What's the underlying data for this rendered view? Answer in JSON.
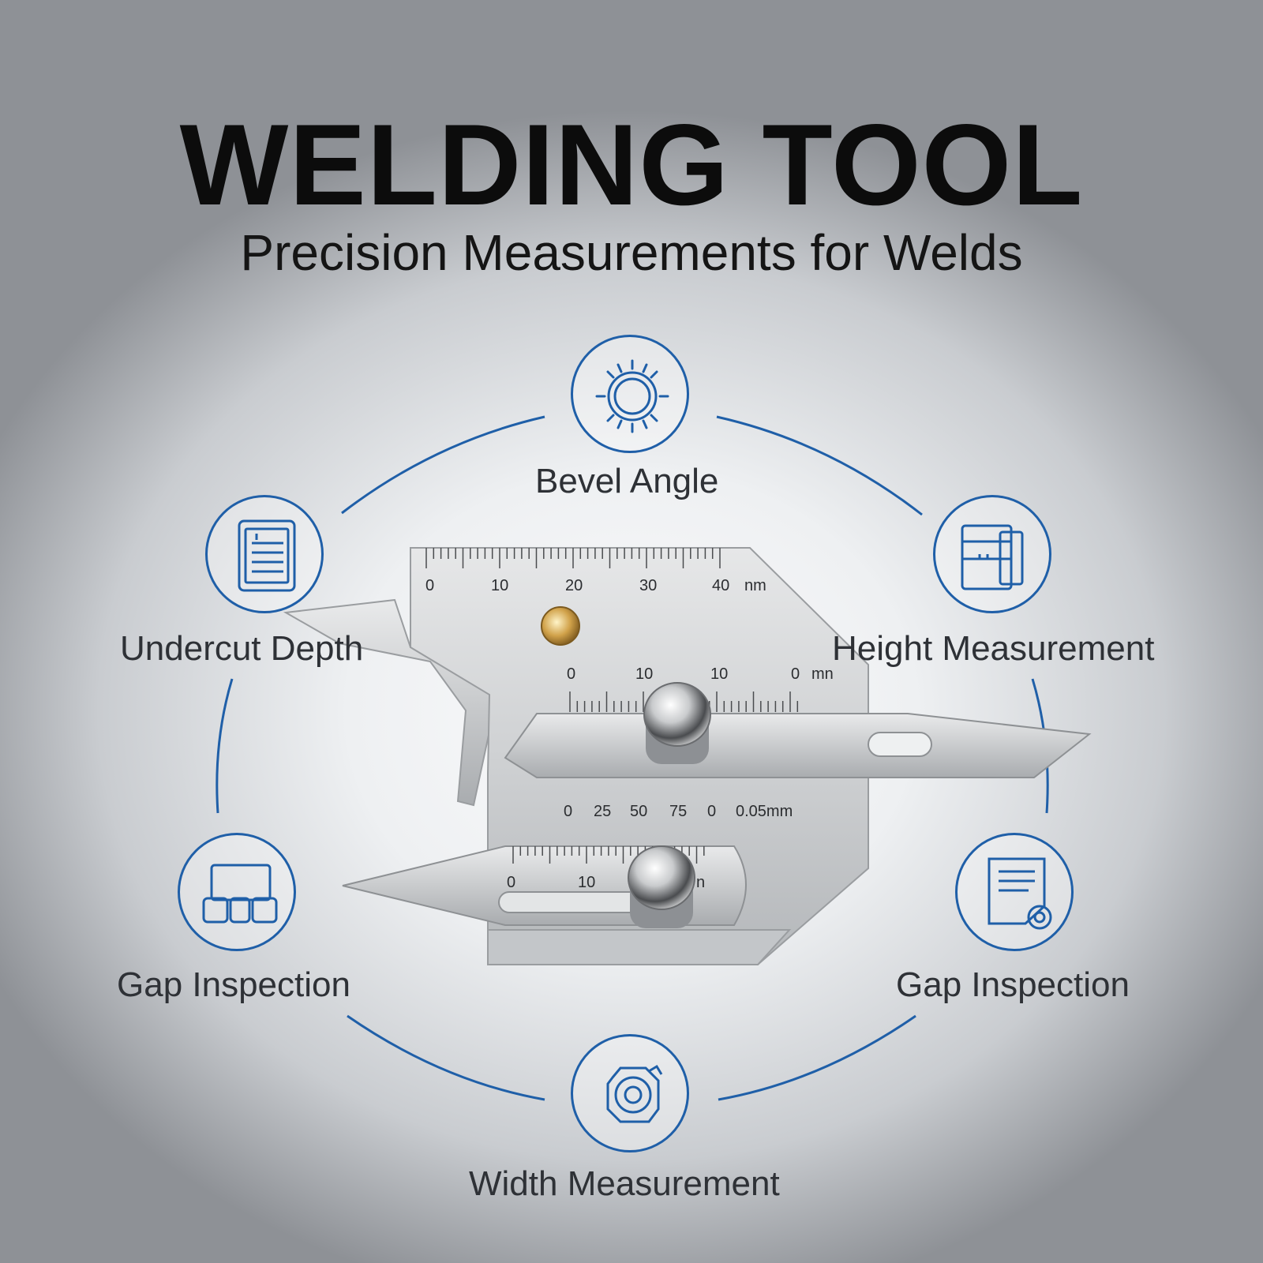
{
  "header": {
    "title": "WELDING TOOL",
    "subtitle": "Precision Measurements for Welds"
  },
  "colors": {
    "accent": "#1f5fa8",
    "title": "#0c0c0c",
    "label": "#2e3136",
    "steel": "#c9cbcd"
  },
  "features": [
    {
      "label": "Bevel Angle",
      "icon": "sun-icon"
    },
    {
      "label": "Height Measurement",
      "icon": "documents-icon"
    },
    {
      "label": "Gap Inspection",
      "icon": "document-seal-icon"
    },
    {
      "label": "Width Measurement",
      "icon": "target-icon"
    },
    {
      "label": "Gap Inspection",
      "icon": "gap-blocks-icon"
    },
    {
      "label": "Undercut Depth",
      "icon": "document-icon"
    }
  ],
  "gauge": {
    "top_scale": {
      "ticks": [
        "0",
        "10",
        "20",
        "30",
        "40"
      ],
      "unit": "nm"
    },
    "middle_scale": {
      "ticks": [
        "0",
        "10",
        "10",
        "0"
      ],
      "unit": "mn"
    },
    "vernier_scale": {
      "ticks": [
        "0",
        "25",
        "50",
        "75",
        "0"
      ],
      "unit": "0.05mm"
    },
    "bottom_scale": {
      "ticks": [
        "0",
        "10"
      ],
      "unit": "n"
    }
  }
}
